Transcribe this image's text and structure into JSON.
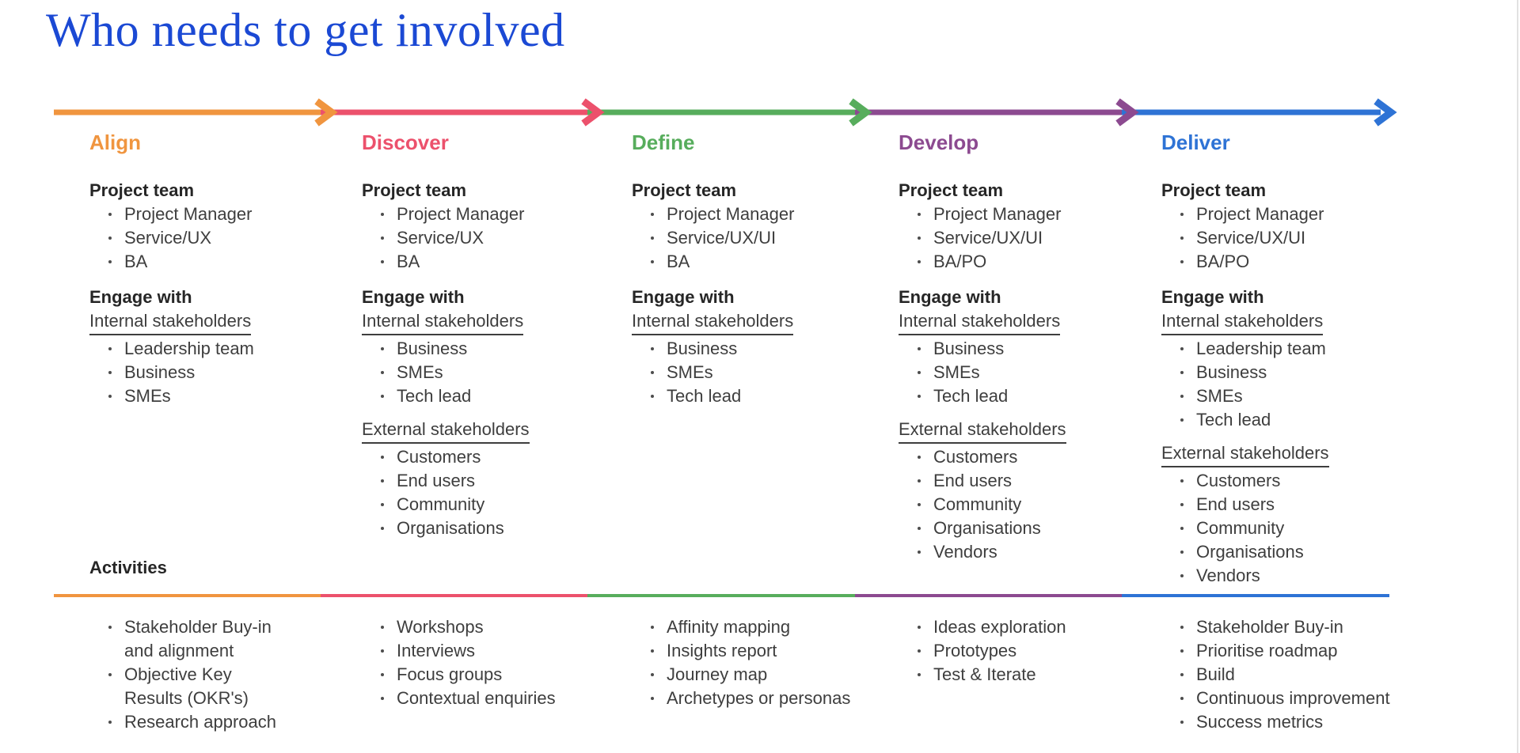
{
  "title": {
    "text": "Who needs to get involved",
    "color": "#1B49D4"
  },
  "section_labels": {
    "project_team": "Project team",
    "engage_with": "Engage with",
    "internal": "Internal stakeholders",
    "external": "External stakeholders",
    "activities": "Activities"
  },
  "phases": [
    {
      "name": "Align",
      "color": "#F0953F",
      "project_team": [
        "Project Manager",
        "Service/UX",
        "BA"
      ],
      "internal_stakeholders": [
        "Leadership team",
        "Business",
        "SMEs"
      ],
      "external_stakeholders": [],
      "activities": [
        "Stakeholder Buy-in and alignment",
        "Objective Key Results (OKR's)",
        "Research approach"
      ]
    },
    {
      "name": "Discover",
      "color": "#EC516C",
      "project_team": [
        "Project Manager",
        "Service/UX",
        "BA"
      ],
      "internal_stakeholders": [
        "Business",
        "SMEs",
        "Tech lead"
      ],
      "external_stakeholders": [
        "Customers",
        "End users",
        "Community",
        "Organisations"
      ],
      "activities": [
        "Workshops",
        "Interviews",
        "Focus groups",
        "Contextual enquiries"
      ]
    },
    {
      "name": "Define",
      "color": "#57AD5C",
      "project_team": [
        "Project Manager",
        "Service/UX/UI",
        "BA"
      ],
      "internal_stakeholders": [
        "Business",
        "SMEs",
        "Tech lead"
      ],
      "external_stakeholders": [],
      "activities": [
        "Affinity mapping",
        "Insights report",
        "Journey map",
        "Archetypes or personas"
      ]
    },
    {
      "name": "Develop",
      "color": "#8C4A90",
      "project_team": [
        "Project Manager",
        "Service/UX/UI",
        "BA/PO"
      ],
      "internal_stakeholders": [
        "Business",
        "SMEs",
        "Tech lead"
      ],
      "external_stakeholders": [
        "Customers",
        "End users",
        "Community",
        "Organisations",
        "Vendors"
      ],
      "activities": [
        "Ideas exploration",
        "Prototypes",
        "Test & Iterate"
      ]
    },
    {
      "name": "Deliver",
      "color": "#2E73D5",
      "project_team": [
        "Project Manager",
        "Service/UX/UI",
        "BA/PO"
      ],
      "internal_stakeholders": [
        "Leadership team",
        "Business",
        "SMEs",
        "Tech lead"
      ],
      "external_stakeholders": [
        "Customers",
        "End users",
        "Community",
        "Organisations",
        "Vendors"
      ],
      "activities": [
        "Stakeholder Buy-in",
        "Prioritise roadmap",
        "Build",
        "Continuous improvement",
        "Success metrics"
      ]
    }
  ]
}
